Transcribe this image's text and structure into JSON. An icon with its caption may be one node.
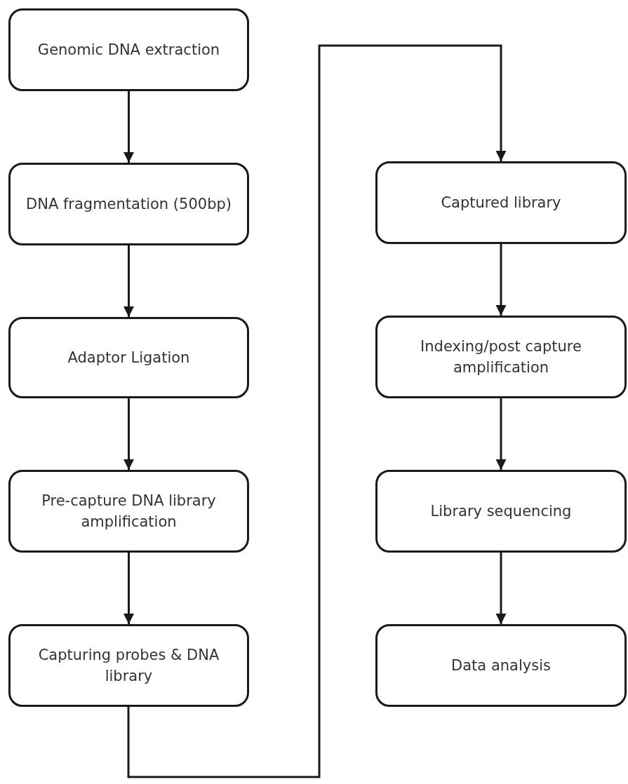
{
  "diagram": {
    "nodes": [
      {
        "text": [
          "Genomic DNA extraction"
        ]
      },
      {
        "text": [
          "DNA fragmentation (500bp)"
        ]
      },
      {
        "text": [
          "Adaptor Ligation"
        ]
      },
      {
        "text": [
          "Pre-capture DNA library amplification"
        ]
      },
      {
        "text": [
          "Capturing probes & DNA library"
        ]
      },
      {
        "text": [
          "Captured library"
        ]
      },
      {
        "text": [
          "Indexing/post capture amplification"
        ]
      },
      {
        "text": [
          "Library sequencing"
        ]
      },
      {
        "text": [
          "Data analysis"
        ]
      }
    ],
    "edges": [
      {
        "from": 0,
        "to": 1,
        "arrow": "to"
      },
      {
        "from": 1,
        "to": 2,
        "arrow": "to"
      },
      {
        "from": 2,
        "to": 3,
        "arrow": "to"
      },
      {
        "from": 3,
        "to": 4,
        "arrow": "to"
      },
      {
        "from": 4,
        "to": 5,
        "arrow": "to"
      },
      {
        "from": 5,
        "to": 6,
        "arrow": "to"
      },
      {
        "from": 6,
        "to": 7,
        "arrow": "to"
      },
      {
        "from": 7,
        "to": 8,
        "arrow": "to"
      }
    ]
  }
}
